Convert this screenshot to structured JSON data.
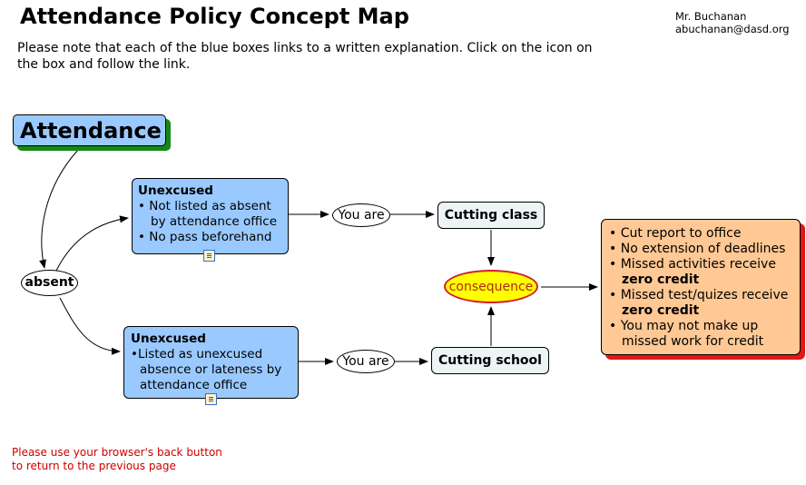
{
  "header": {
    "title": "Attendance Policy Concept Map",
    "author_name": "Mr. Buchanan",
    "author_email": "abuchanan@dasd.org",
    "intro": "Please note that each of the blue boxes links to a written explanation. Click on the icon on the box and follow the link."
  },
  "nodes": {
    "attendance": "Attendance",
    "absent": "absent",
    "unexcused1": {
      "title": "Unexcused",
      "bullets": [
        "• Not listed as absent by attendance office",
        "• No pass beforehand"
      ]
    },
    "unexcused2": {
      "title": "Unexcused",
      "bullets": [
        "•Listed as unexcused absence or lateness by attendance office"
      ]
    },
    "you_are_1": "You are",
    "you_are_2": "You are",
    "cutting_class": "Cutting class",
    "cutting_school": "Cutting school",
    "consequence": "consequence",
    "results": {
      "bullets": [
        {
          "text": "Cut report to office",
          "bold": ""
        },
        {
          "text": "No extension of deadlines",
          "bold": ""
        },
        {
          "text": "Missed activities receive",
          "bold": "zero credit"
        },
        {
          "text": "Missed test/quizes receive",
          "bold": "zero credit"
        },
        {
          "text": "You may not make up missed work for credit",
          "bold": ""
        }
      ]
    }
  },
  "icons": [
    "document-link-icon",
    "document-link-icon"
  ],
  "colors": {
    "blue_box": "#99c9ff",
    "attendance_shadow": "#138913",
    "results_box": "#ffc894",
    "results_shadow": "#e01818",
    "consequence_fill": "#ffff00",
    "consequence_border": "#d0202a",
    "footer_text": "#cc0000"
  },
  "footer": {
    "note": "Please use your browser's back button to return to the previous page"
  }
}
